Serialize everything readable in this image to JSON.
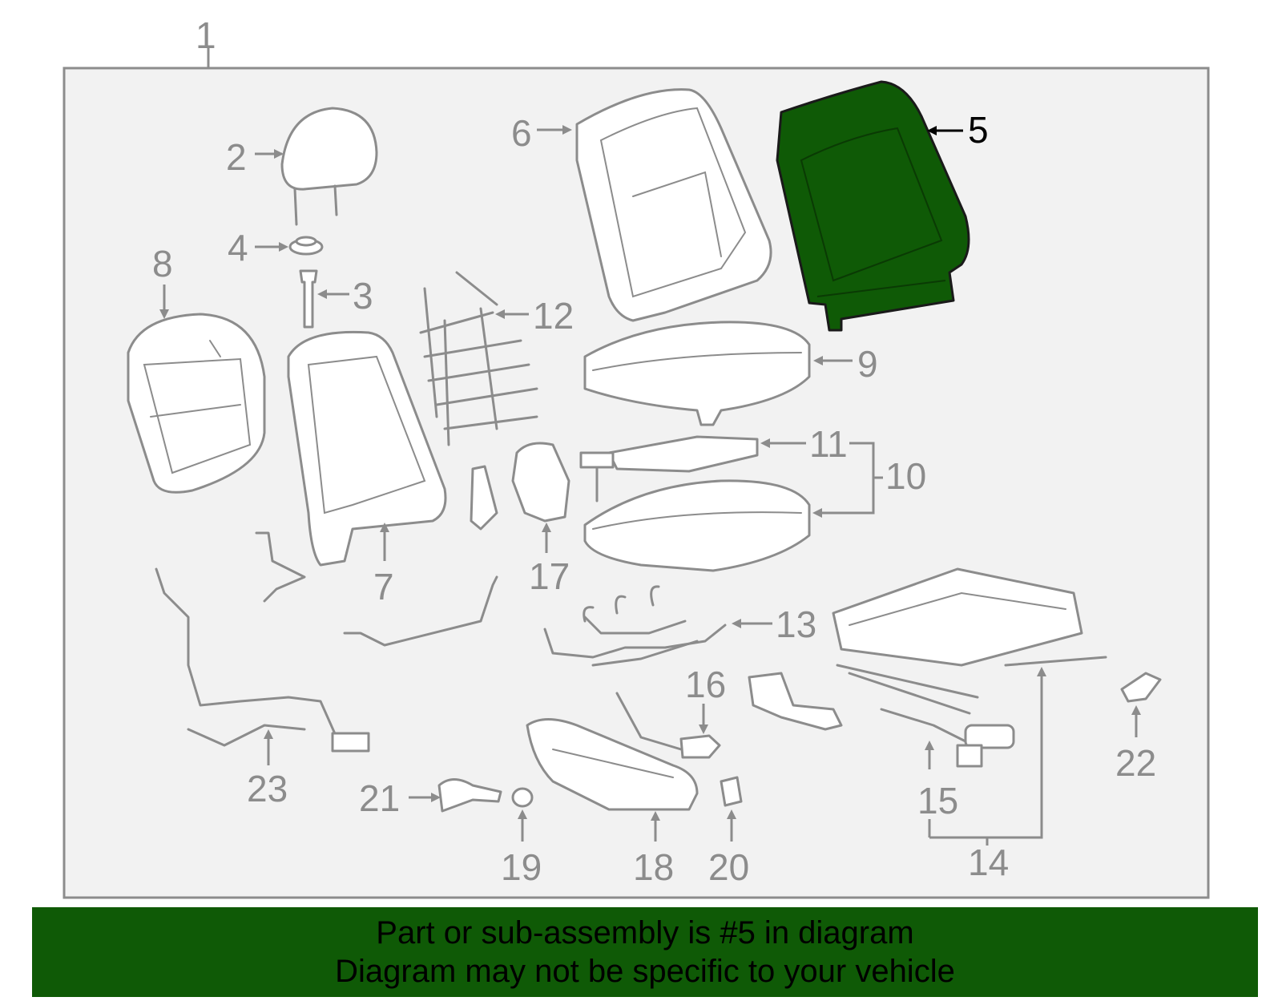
{
  "diagram": {
    "assembly_label": "1",
    "highlighted_part": "5",
    "colors": {
      "background": "#ffffff",
      "panel": "#f2f2f2",
      "line": "#8c8c8c",
      "highlight": "#0f5a06",
      "banner": "#0f5a06",
      "text_dark": "#000000"
    },
    "callouts": [
      {
        "id": "2",
        "label": "2"
      },
      {
        "id": "3",
        "label": "3"
      },
      {
        "id": "4",
        "label": "4"
      },
      {
        "id": "5",
        "label": "5"
      },
      {
        "id": "6",
        "label": "6"
      },
      {
        "id": "7",
        "label": "7"
      },
      {
        "id": "8",
        "label": "8"
      },
      {
        "id": "9",
        "label": "9"
      },
      {
        "id": "10",
        "label": "10"
      },
      {
        "id": "11",
        "label": "11"
      },
      {
        "id": "12",
        "label": "12"
      },
      {
        "id": "13",
        "label": "13"
      },
      {
        "id": "14",
        "label": "14"
      },
      {
        "id": "15",
        "label": "15"
      },
      {
        "id": "16",
        "label": "16"
      },
      {
        "id": "17",
        "label": "17"
      },
      {
        "id": "18",
        "label": "18"
      },
      {
        "id": "19",
        "label": "19"
      },
      {
        "id": "20",
        "label": "20"
      },
      {
        "id": "21",
        "label": "21"
      },
      {
        "id": "22",
        "label": "22"
      },
      {
        "id": "23",
        "label": "23"
      }
    ]
  },
  "banner": {
    "line1": "Part or sub-assembly is #5 in diagram",
    "line2": "Diagram may not be specific to your vehicle"
  }
}
